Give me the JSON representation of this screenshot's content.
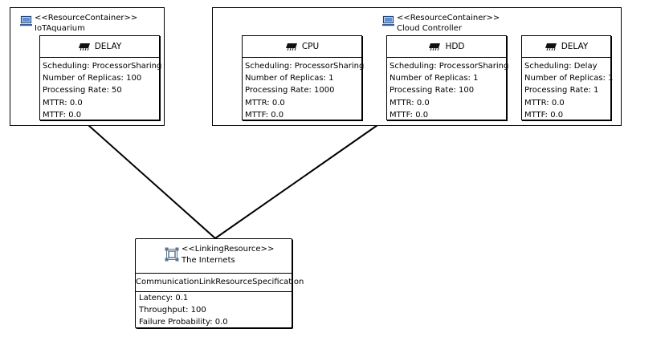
{
  "containers": [
    {
      "stereotype": "<<ResourceContainer>>",
      "name": "IoTAquarium",
      "icon": "computer-icon",
      "specs": [
        {
          "name": "DELAY",
          "icon": "chip-icon",
          "scheduling": "Scheduling: ProcessorSharing",
          "replicas": "Number of Replicas: 100",
          "rate": "Processing Rate: 50",
          "mttr": "MTTR: 0.0",
          "mttf": "MTTF: 0.0"
        }
      ]
    },
    {
      "stereotype": "<<ResourceContainer>>",
      "name": "Cloud Controller",
      "icon": "computer-icon",
      "specs": [
        {
          "name": "CPU",
          "icon": "chip-icon",
          "scheduling": "Scheduling: ProcessorSharing",
          "replicas": "Number of Replicas: 1",
          "rate": "Processing Rate: 1000",
          "mttr": "MTTR: 0.0",
          "mttf": "MTTF: 0.0"
        },
        {
          "name": "HDD",
          "icon": "chip-icon",
          "scheduling": "Scheduling: ProcessorSharing",
          "replicas": "Number of Replicas: 1",
          "rate": "Processing Rate: 100",
          "mttr": "MTTR: 0.0",
          "mttf": "MTTF: 0.0"
        },
        {
          "name": "DELAY",
          "icon": "chip-icon",
          "scheduling": "Scheduling: Delay",
          "replicas": "Number of Replicas: 1",
          "rate": "Processing Rate: 1",
          "mttr": "MTTR: 0.0",
          "mttf": "MTTF: 0.0"
        }
      ]
    }
  ],
  "linking_resource": {
    "stereotype": "<<LinkingResource>>",
    "name": "The Internets",
    "icon": "network-icon",
    "spec_title": "CommunicationLinkResourceSpecification",
    "latency": "Latency: 0.1",
    "throughput": "Throughput: 100",
    "failure_probability": "Failure Probability: 0.0"
  }
}
